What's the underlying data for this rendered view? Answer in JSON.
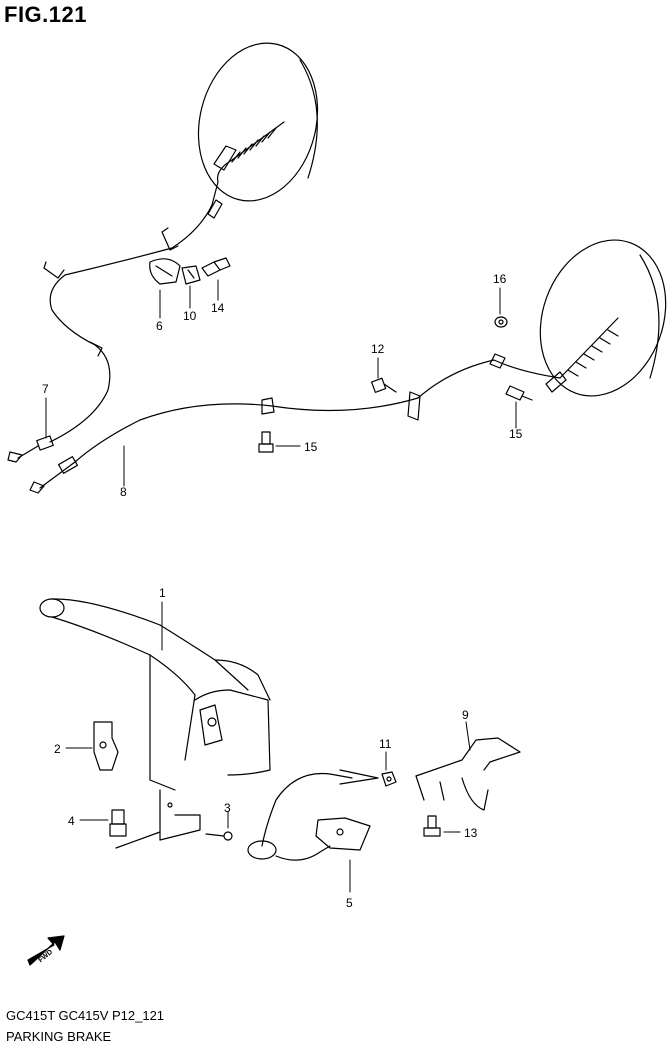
{
  "figure": {
    "title": "FIG.121",
    "model_line": "GC415T GC415V P12_121",
    "section": "PARKING BRAKE",
    "fwd_label": "FWD"
  },
  "callouts": [
    "1",
    "2",
    "3",
    "4",
    "5",
    "6",
    "7",
    "8",
    "9",
    "10",
    "11",
    "12",
    "13",
    "14",
    "15",
    "15",
    "16"
  ],
  "parts": [
    {
      "ref": "1",
      "name": "parking-brake-lever"
    },
    {
      "ref": "2",
      "name": "lever-bracket-clip"
    },
    {
      "ref": "3",
      "name": "screw"
    },
    {
      "ref": "4",
      "name": "bolt"
    },
    {
      "ref": "5",
      "name": "equalizer-cable-assy"
    },
    {
      "ref": "6",
      "name": "cable-clamp"
    },
    {
      "ref": "7",
      "name": "rear-cable-left"
    },
    {
      "ref": "8",
      "name": "rear-cable-right"
    },
    {
      "ref": "9",
      "name": "cable-guide-bracket"
    },
    {
      "ref": "10",
      "name": "cable-clip"
    },
    {
      "ref": "11",
      "name": "adjusting-nut"
    },
    {
      "ref": "12",
      "name": "bolt"
    },
    {
      "ref": "13",
      "name": "bolt"
    },
    {
      "ref": "14",
      "name": "bolt"
    },
    {
      "ref": "15",
      "name": "bolt"
    },
    {
      "ref": "16",
      "name": "nut"
    }
  ]
}
